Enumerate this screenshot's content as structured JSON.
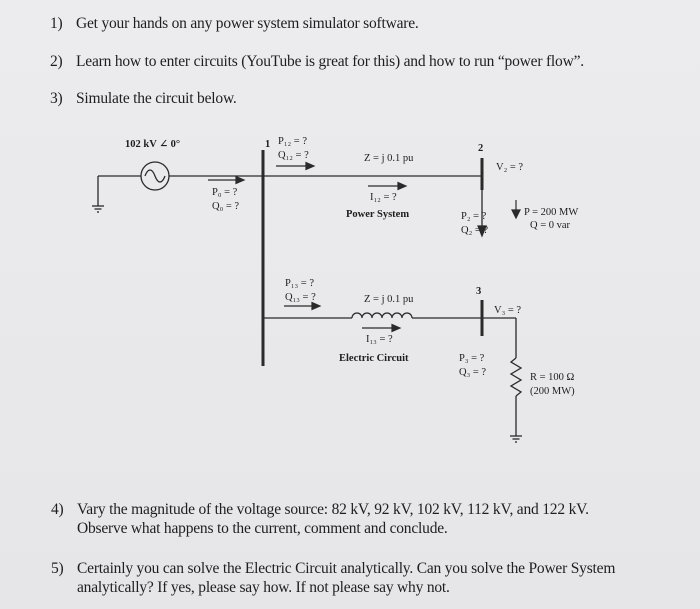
{
  "instructions": {
    "item1": {
      "num": "1)",
      "text": "Get your hands on any power system simulator software."
    },
    "item2": {
      "num": "2)",
      "text": "Learn how to enter circuits (YouTube is great for this) and how to run “power flow”."
    },
    "item3": {
      "num": "3)",
      "text": "Simulate the circuit below."
    },
    "item4": {
      "num": "4)",
      "line1": "Vary the magnitude of the voltage source: 82 kV, 92 kV, 102 kV, 112 kV, and 122 kV.",
      "line2": "Observe what happens to the current, comment and conclude."
    },
    "item5": {
      "num": "5)",
      "line1": "Certainly you can solve the Electric Circuit analytically. Can you solve the Power System",
      "line2": "analytically? If yes, please say how. If not please say why not."
    }
  },
  "diagram": {
    "source_label": "102 kV ∠ 0°",
    "bus1_label": "1",
    "bus2_label": "2",
    "bus3_label": "3",
    "p12_top": "P₁₂ = ?",
    "q12_top": "Q₁₂ = ?",
    "pg": "P₀ = ?",
    "qg": "Q₀ = ?",
    "z_top": "Z = j 0.1 pu",
    "i12": "I₁₂ = ?",
    "power_system_label": "Power System",
    "v2": "V₂ = ?",
    "p2": "P₂ = ?",
    "q2": "Q₂ = ?",
    "load_p": "P = 200 MW",
    "load_q": "Q = 0 var",
    "p13": "P₁₃ = ?",
    "q13": "Q₁₃ = ?",
    "z_bottom": "Z = j 0.1 pu",
    "i13": "I₁₃ = ?",
    "electric_circuit_label": "Electric Circuit",
    "v3": "V₃ = ?",
    "p3": "P₃ = ?",
    "q3": "Q₃ = ?",
    "resistor_r": "R = 100 Ω",
    "resistor_mw": "(200 MW)"
  }
}
